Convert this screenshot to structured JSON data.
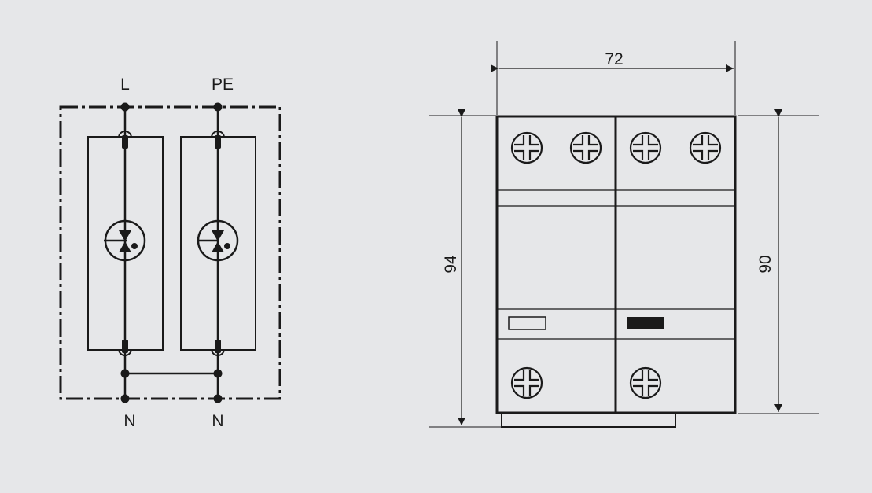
{
  "colors": {
    "background": "#e6e7e9",
    "line": "#1a1a1a"
  },
  "schematic": {
    "top_labels": [
      "L",
      "PE"
    ],
    "bottom_labels": [
      "N",
      "N"
    ],
    "symbol": "surge-arrester-varistor-icon"
  },
  "drawing": {
    "width_dimension": "72",
    "height_left_dimension": "94",
    "height_right_dimension": "90",
    "terminal_icon": "screw-terminal-icon",
    "indicators": [
      "status-window-clear",
      "status-window-filled"
    ]
  }
}
